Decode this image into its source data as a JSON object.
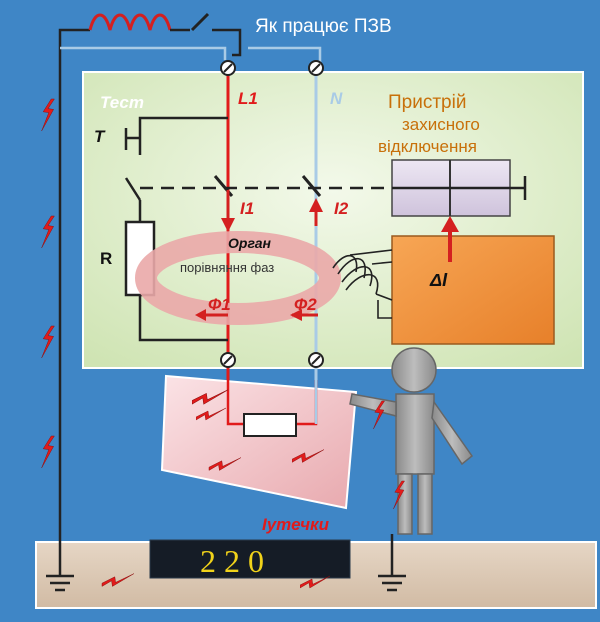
{
  "title": "Як працює ПЗВ",
  "labels": {
    "test": "Тест",
    "t": "Т",
    "r": "R",
    "l1": "L1",
    "n": "N",
    "i1": "I1",
    "i2": "I2",
    "organ": "Орган",
    "comparison": "порівняння фаз",
    "phi1": "Ф1",
    "phi2": "Ф2",
    "delta_i": "ΔI",
    "leak": "Iутечки",
    "voltage": "2 2 0"
  },
  "device": {
    "line1": "Пристрій",
    "line2": "захисного",
    "line3": "відключення"
  },
  "colors": {
    "background": "#3f86c6",
    "panel": "#d9ecc4",
    "phase_wire": "#e11b1b",
    "neutral_wire": "#a9cbe6",
    "device_text": "#c8700a",
    "relay_box": "#f0913a",
    "ground": "#dcc9b6",
    "display_digits": "#f0d21a"
  }
}
